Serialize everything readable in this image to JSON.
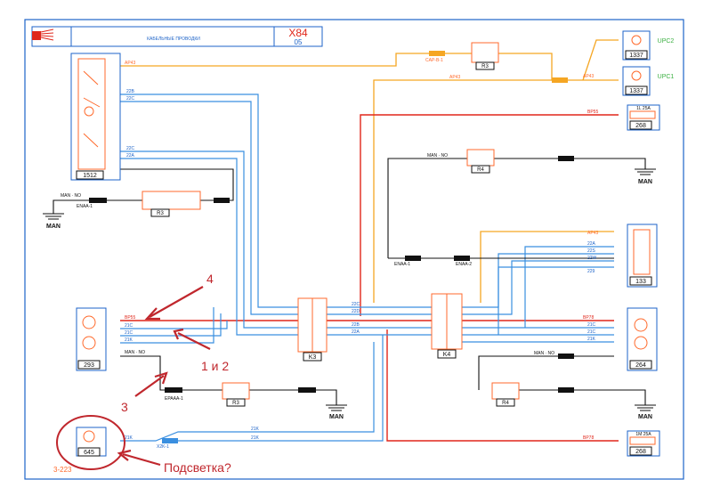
{
  "title_block": {
    "code": "X84",
    "sub": "05",
    "caption": "КАБЕЛЬНЫЕ ПРОВОДКИ"
  },
  "page_number": "3-223",
  "components": {
    "c1512": "1512",
    "c293": "293",
    "c645": "645",
    "c264": "264",
    "c133": "133",
    "c1337a": "1337",
    "c1337b": "1337",
    "c268a": "268",
    "c268b": "268",
    "upc2": "UPC2",
    "upc1": "UPC1",
    "k3": "K3",
    "k4": "K4",
    "r3": "R3",
    "r4": "R4",
    "man": "MAN",
    "fuse1": "1L 25A",
    "fuse2": "1M 25A"
  },
  "wire_labels": {
    "ap43": "AP43",
    "bp55": "BP55",
    "bp78": "BP78",
    "c21c": "21C",
    "c22c": "22C",
    "c22a": "22A",
    "c22b": "22B",
    "c22d": "22D",
    "c21k": "21K",
    "c22s": "22S",
    "c22w": "22W",
    "c229": "229",
    "man_no": "MAN · NO",
    "enaa": "ENAA-1",
    "enab": "ENAA-2",
    "enae": "EPAAA-1",
    "x2k1": "X2K-1",
    "cap": "CAP-B-1"
  },
  "annotations": {
    "a4": "4",
    "a12": "1 и 2",
    "a3": "3",
    "question": "Подсветка?"
  },
  "colors": {
    "frame": "#1d63c8",
    "wire_red": "#e0261a",
    "wire_orange": "#f5a623",
    "wire_blue": "#3a8fe0",
    "wire_black": "#111111",
    "component": "#ff6a2c",
    "annotation": "#c0272d"
  }
}
